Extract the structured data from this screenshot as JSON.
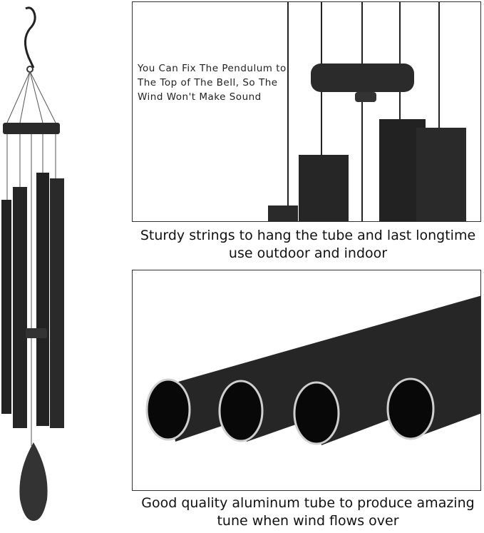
{
  "panel_top": {
    "note": "You Can Fix The Pendulum to The Top of The Bell, So The Wind Won't Make Sound"
  },
  "captions": {
    "strings": "Sturdy strings to hang the tube and last longtime use outdoor and indoor",
    "tube": "Good quality aluminum tube to produce amazing tune when wind flows over"
  },
  "colors": {
    "tube": "#1e1e1e",
    "background": "#ffffff"
  }
}
